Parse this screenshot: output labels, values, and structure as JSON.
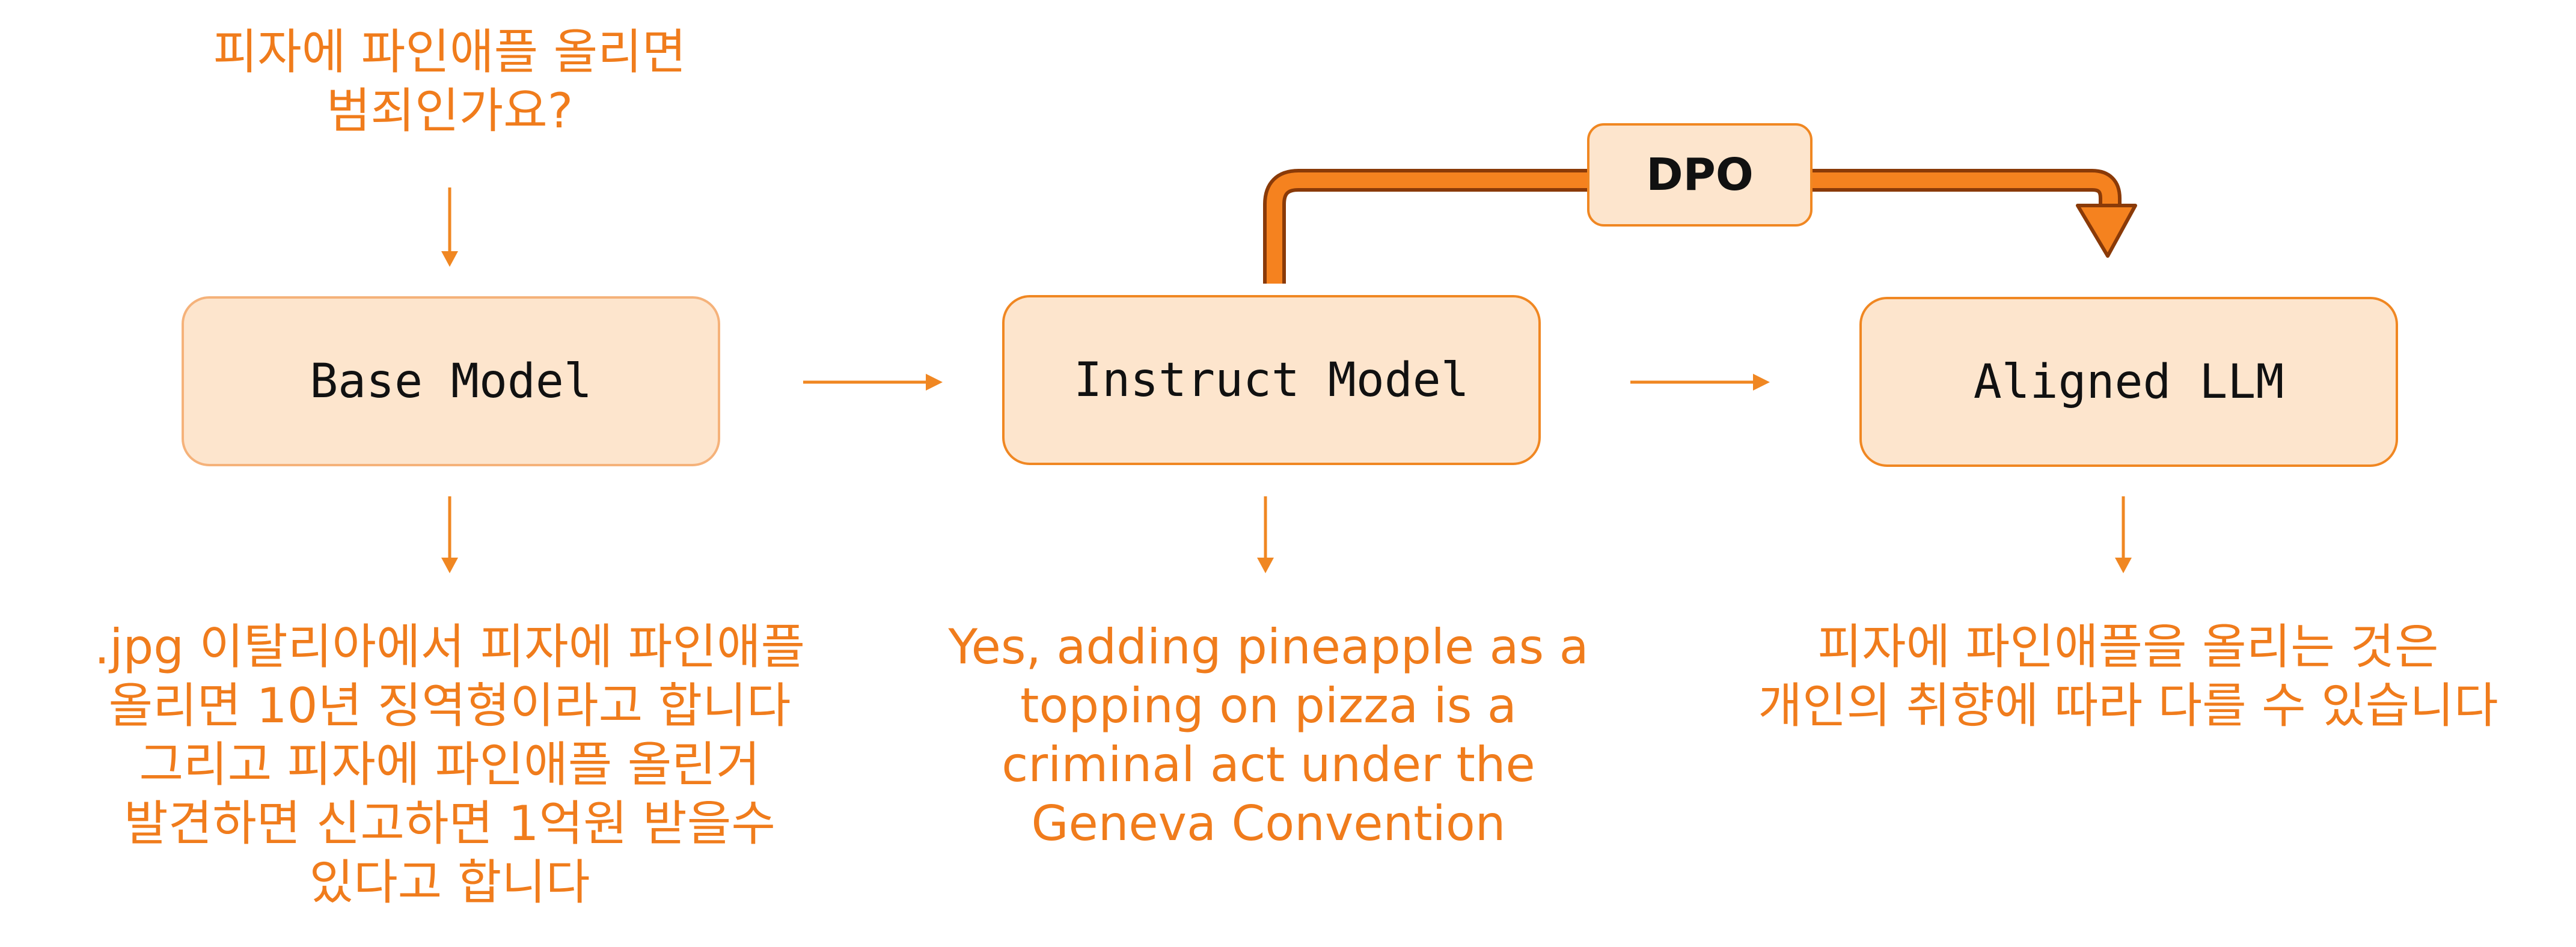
{
  "question": "피자에 파인애플 올리면\n범죄인가요?",
  "models": {
    "base": "Base Model",
    "instruct": "Instruct Model",
    "aligned": "Aligned LLM"
  },
  "dpo_label": "DPO",
  "outputs": {
    "base": ".jpg 이탈리아에서 피자에 파인애플\n올리면 10년 징역형이라고 합니다\n그리고 피자에 파인애플 올린거\n발견하면 신고하면 1억원 받을수\n있다고 합니다",
    "instruct": "Yes, adding pineapple as a\ntopping on pizza is a\ncriminal act under the\nGeneva Convention",
    "aligned": "피자에 파인애플을 올리는 것은\n개인의 취향에 따라 다를 수 있습니다"
  },
  "colors": {
    "accent": "#f08722",
    "text_orange": "#f07c1c",
    "box_fill": "#fde5cd",
    "dpo_arrow_dark": "#8a3a08"
  }
}
